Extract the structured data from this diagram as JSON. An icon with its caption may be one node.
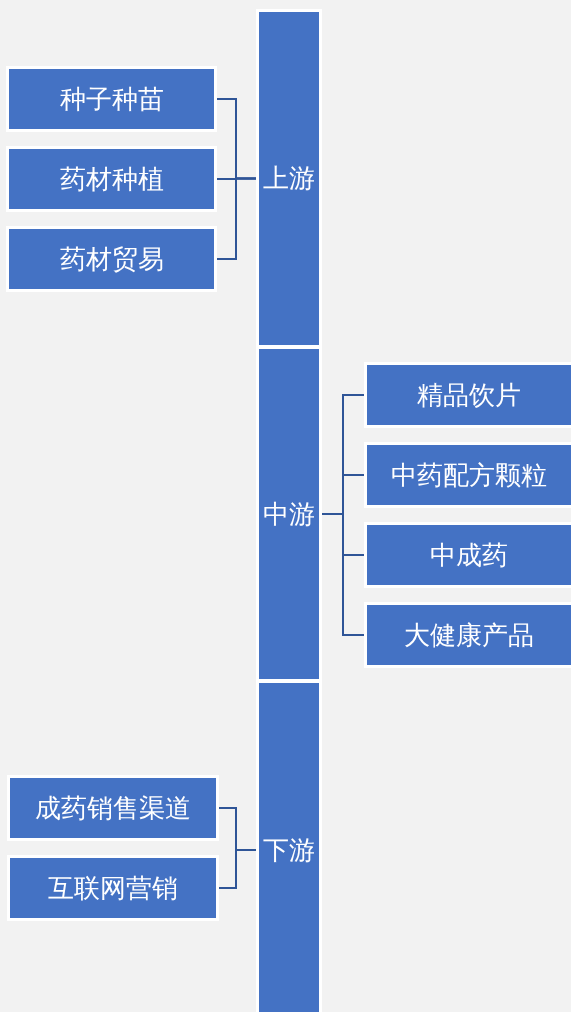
{
  "diagram": {
    "nodes": [
      {
        "text": [
          "上游"
        ]
      },
      {
        "text": [
          "种子种苗"
        ]
      },
      {
        "text": [
          "药材种植"
        ]
      },
      {
        "text": [
          "药材贸易"
        ]
      },
      {
        "text": [
          "中游"
        ]
      },
      {
        "text": [
          "精品饮片"
        ]
      },
      {
        "text": [
          "中药配方颗粒"
        ]
      },
      {
        "text": [
          "中成药"
        ]
      },
      {
        "text": [
          "大健康产品"
        ]
      },
      {
        "text": [
          "下游"
        ]
      },
      {
        "text": [
          "成药销售渠道"
        ]
      },
      {
        "text": [
          "互联网营销"
        ]
      }
    ],
    "edges": [
      {
        "from": 0,
        "to": 1,
        "arrow": "none"
      },
      {
        "from": 0,
        "to": 2,
        "arrow": "none"
      },
      {
        "from": 0,
        "to": 3,
        "arrow": "none"
      },
      {
        "from": 4,
        "to": 5,
        "arrow": "none"
      },
      {
        "from": 4,
        "to": 6,
        "arrow": "none"
      },
      {
        "from": 4,
        "to": 7,
        "arrow": "none"
      },
      {
        "from": 4,
        "to": 8,
        "arrow": "none"
      },
      {
        "from": 9,
        "to": 10,
        "arrow": "none"
      },
      {
        "from": 9,
        "to": 11,
        "arrow": "none"
      }
    ]
  }
}
